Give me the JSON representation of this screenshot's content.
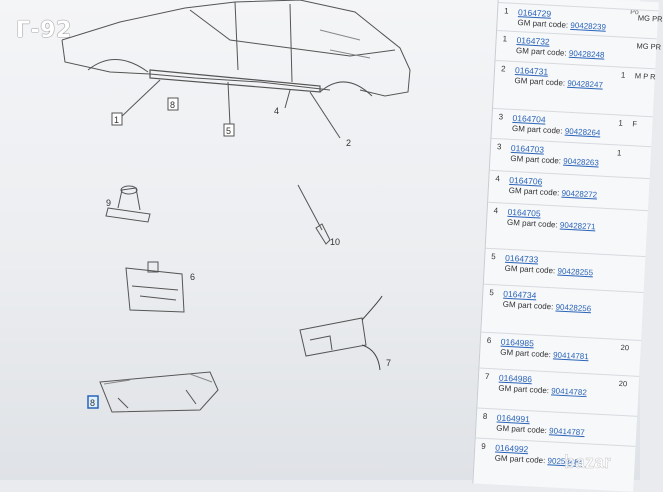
{
  "overlay_label": "Г-92",
  "diagram": {
    "callouts": [
      "1",
      "2",
      "4",
      "5",
      "6",
      "7",
      "8",
      "8",
      "9",
      "10"
    ]
  },
  "parts_table": {
    "column_header": "Po",
    "gm_prefix": "GM part code:",
    "rows": [
      {
        "pos": "1",
        "ref": "0164729",
        "code": "90428239",
        "qty": "",
        "extra": "MG PR"
      },
      {
        "pos": "1",
        "ref": "0164732",
        "code": "90428248",
        "qty": "",
        "extra": "MG PR"
      },
      {
        "pos": "2",
        "ref": "0164731",
        "code": "90428247",
        "qty": "1",
        "extra": "M P R"
      },
      {
        "pos": "3",
        "ref": "0164704",
        "code": "90428264",
        "qty": "1",
        "extra": "F"
      },
      {
        "pos": "3",
        "ref": "0164703",
        "code": "90428263",
        "qty": "1",
        "extra": ""
      },
      {
        "pos": "4",
        "ref": "0164706",
        "code": "90428272",
        "qty": "",
        "extra": ""
      },
      {
        "pos": "4",
        "ref": "0164705",
        "code": "90428271",
        "qty": "",
        "extra": ""
      },
      {
        "pos": "5",
        "ref": "0164733",
        "code": "90428255",
        "qty": "",
        "extra": ""
      },
      {
        "pos": "5",
        "ref": "0164734",
        "code": "90428256",
        "qty": "",
        "extra": ""
      },
      {
        "pos": "6",
        "ref": "0164985",
        "code": "90414781",
        "qty": "",
        "extra": "20"
      },
      {
        "pos": "7",
        "ref": "0164986",
        "code": "90414782",
        "qty": "",
        "extra": "20"
      },
      {
        "pos": "8",
        "ref": "0164991",
        "code": "90414787",
        "qty": "",
        "extra": ""
      },
      {
        "pos": "9",
        "ref": "0164992",
        "code": "90258484",
        "qty": "",
        "extra": ""
      }
    ]
  },
  "watermark": "bazar"
}
